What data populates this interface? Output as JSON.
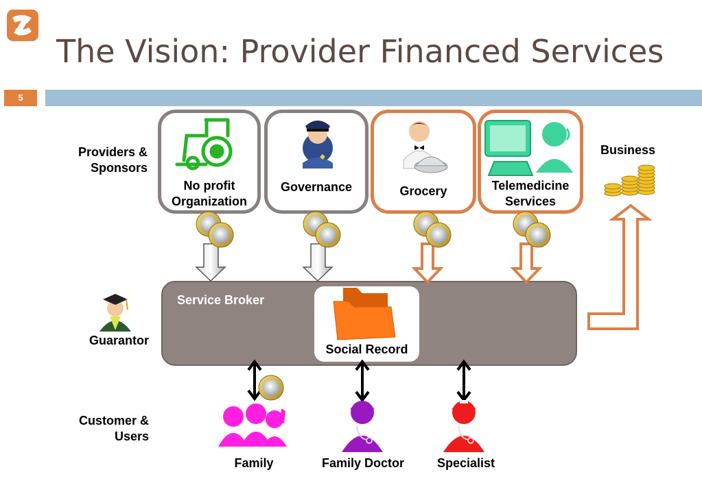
{
  "title": "The Vision: Provider Financed Services",
  "slide_number": "5",
  "labels": {
    "providers": [
      "Providers &",
      "Sponsors"
    ],
    "guarantor": "Guarantor",
    "customers": [
      "Customer &",
      "Users"
    ],
    "business": "Business"
  },
  "providers": [
    {
      "lines": [
        "No profit",
        "Organization"
      ],
      "icon": "wheelchair-icon",
      "border": "#8a8080"
    },
    {
      "lines": [
        "Governance"
      ],
      "icon": "police-officer-icon",
      "border": "#8a8080"
    },
    {
      "lines": [
        "Grocery"
      ],
      "icon": "waiter-icon",
      "border": "#d9814a"
    },
    {
      "lines": [
        "Telemedicine",
        "Services"
      ],
      "icon": "computer-user-icon",
      "border": "#d9814a"
    }
  ],
  "broker": {
    "label": "Service Broker",
    "record": "Social Record"
  },
  "users": [
    {
      "label": "Family",
      "icon": "family-icon",
      "color": "#ff1fe0"
    },
    {
      "label": "Family Doctor",
      "icon": "doctor-icon",
      "color": "#9a18c0"
    },
    {
      "label": "Specialist",
      "icon": "specialist-icon",
      "color": "#ee1c1c"
    }
  ],
  "colors": {
    "title": "#5a4a42",
    "accent": "#e0813e",
    "bar": "#9fbfd6",
    "broker": "#908481",
    "folder": "#ff7a1a"
  }
}
